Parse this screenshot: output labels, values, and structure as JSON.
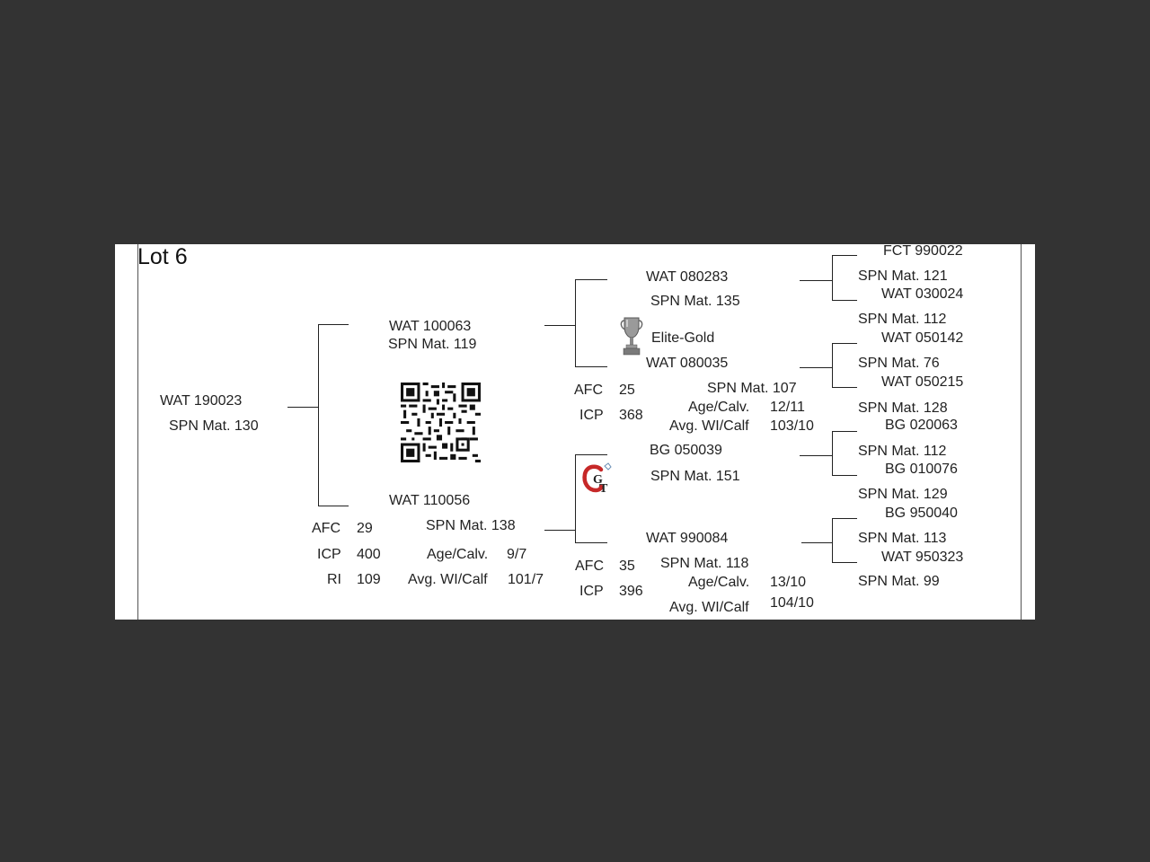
{
  "lot_title": "Lot 6",
  "animal": {
    "id": "WAT 190023",
    "spn": "SPN Mat. 130"
  },
  "sire": {
    "id": "WAT 100063",
    "spn": "SPN Mat. 119",
    "sire": {
      "id": "WAT 080283",
      "spn": "SPN Mat. 135",
      "badge": "Elite-Gold",
      "sire": {
        "id": "FCT 990022",
        "spn": "SPN Mat. 121"
      },
      "dam": {
        "id": "WAT 030024",
        "spn": "SPN Mat. 112"
      }
    },
    "dam": {
      "id": "WAT 080035",
      "spn": "SPN Mat. 107",
      "afc_label": "AFC",
      "afc": "25",
      "icp_label": "ICP",
      "icp": "368",
      "age_label": "Age/Calv.",
      "age": "12/11",
      "avg_label": "Avg. WI/Calf",
      "avg": "103/10",
      "sire": {
        "id": "WAT 050142",
        "spn": "SPN Mat. 76"
      },
      "dam": {
        "id": "WAT 050215",
        "spn": "SPN Mat. 128"
      }
    }
  },
  "dam": {
    "id": "WAT 110056",
    "spn": "SPN Mat. 138",
    "afc_label": "AFC",
    "afc": "29",
    "icp_label": "ICP",
    "icp": "400",
    "ri_label": "RI",
    "ri": "109",
    "age_label": "Age/Calv.",
    "age": "9/7",
    "avg_label": "Avg. WI/Calf",
    "avg": "101/7",
    "sire": {
      "id": "BG  050039",
      "spn": "SPN Mat. 151",
      "sire": {
        "id": "BG  020063",
        "spn": "SPN Mat. 112"
      },
      "dam": {
        "id": "BG  010076",
        "spn": "SPN Mat. 129"
      }
    },
    "dam": {
      "id": "WAT 990084",
      "spn": "SPN Mat. 118",
      "afc_label": "AFC",
      "afc": "35",
      "icp_label": "ICP",
      "icp": "396",
      "age_label": "Age/Calv.",
      "age": "13/10",
      "avg_label": "Avg. WI/Calf",
      "avg": "104/10",
      "sire": {
        "id": "BG  950040",
        "spn": "SPN Mat. 113"
      },
      "dam": {
        "id": "WAT 950323",
        "spn": "SPN Mat. 99"
      }
    }
  },
  "icons": {
    "qr": "qr-code-icon",
    "trophy": "trophy-icon",
    "logo": "gt-logo-icon"
  }
}
